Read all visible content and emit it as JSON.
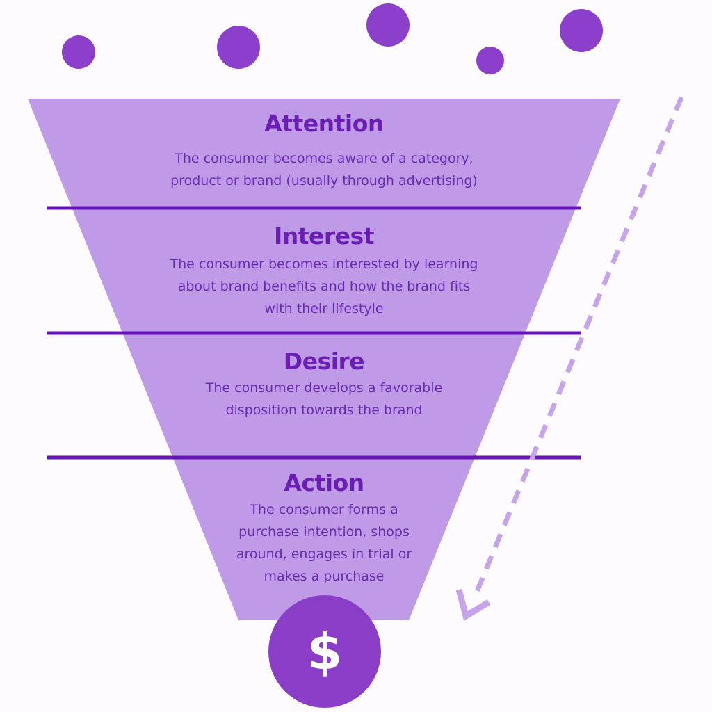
{
  "stages": [
    {
      "title": "Attention",
      "description": "The consumer becomes aware of a category,\nproduct or brand (usually through advertising)"
    },
    {
      "title": "Interest",
      "description": "The consumer becomes interested by learning\nabout brand benefits and how the brand fits\nwith their lifestyle"
    },
    {
      "title": "Desire",
      "description": "The consumer develops a favorable\ndisposition towards the brand"
    },
    {
      "title": "Action",
      "description": "The consumer forms a\npurchase intention, shops\naround, engages in trial or\nmakes a purchase"
    }
  ],
  "outcome": {
    "symbol": "$",
    "icon": "dollar-icon"
  },
  "colors": {
    "funnel_fill": "#bf9ae6",
    "divider": "#6414b4",
    "dots": "#8c3fcb",
    "arrow": "#c7a4ea",
    "text": "#6a1eb4"
  }
}
